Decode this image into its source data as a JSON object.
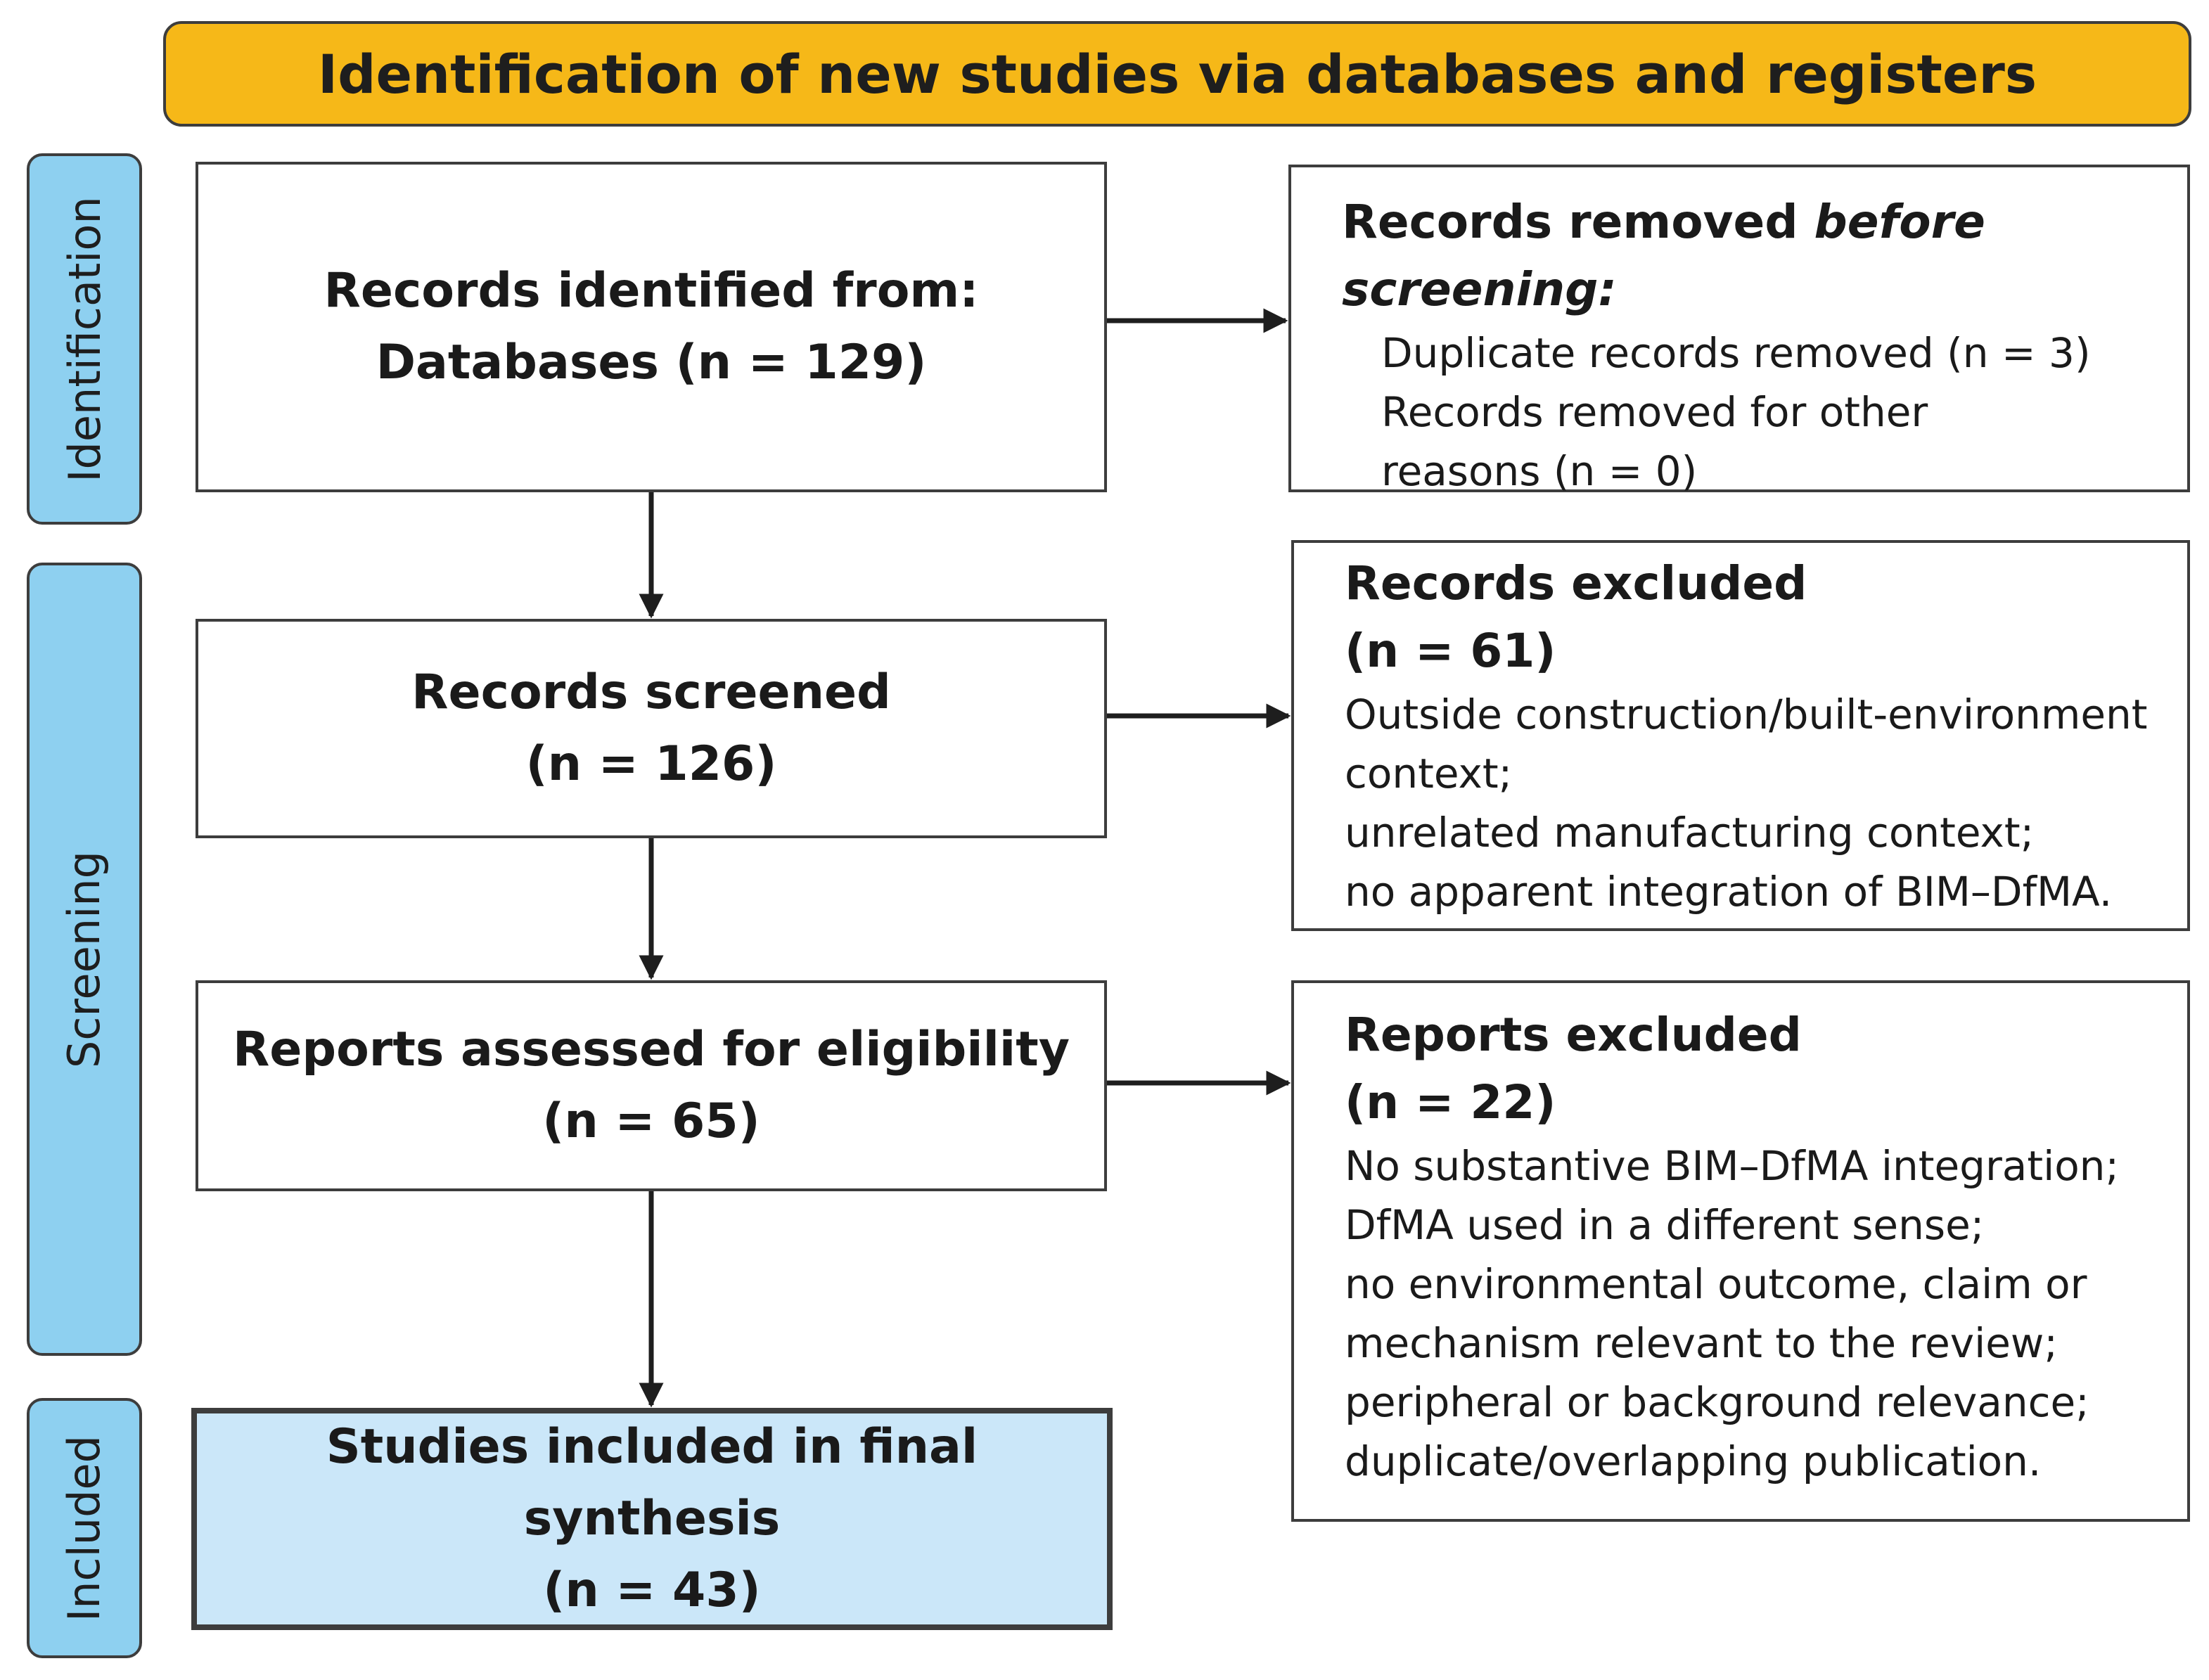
{
  "banner": "Identification of new studies via databases and registers",
  "stages": {
    "identification": "Identification",
    "screening": "Screening",
    "included": "Included"
  },
  "main_boxes": {
    "identified": {
      "line1": "Records identified from:",
      "line2": "Databases (n = 129)"
    },
    "screened": {
      "line1": "Records screened",
      "line2": "(n = 126)"
    },
    "assessed": {
      "line1": "Reports assessed for eligibility",
      "line2": "(n = 65)"
    },
    "included": {
      "line1": "Studies included in final synthesis",
      "line2": "(n = 43)"
    }
  },
  "side_boxes": {
    "removed": {
      "title_plain": "Records removed ",
      "title_italic": "before screening:",
      "lines": [
        "Duplicate records removed (n = 3)",
        "Records removed for other",
        "reasons (n = 0)"
      ]
    },
    "records_excluded": {
      "title": "Records excluded",
      "count": "(n = 61)",
      "lines": [
        "Outside construction/built-environment",
        "context;",
        "unrelated manufacturing context;",
        "no apparent integration of BIM–DfMA."
      ]
    },
    "reports_excluded": {
      "title": "Reports excluded",
      "count": "(n = 22)",
      "lines": [
        "No substantive BIM–DfMA integration;",
        "DfMA used in a different sense;",
        "no environmental outcome, claim or",
        "mechanism relevant to the review;",
        "peripheral or background relevance;",
        "duplicate/overlapping publication."
      ]
    }
  }
}
